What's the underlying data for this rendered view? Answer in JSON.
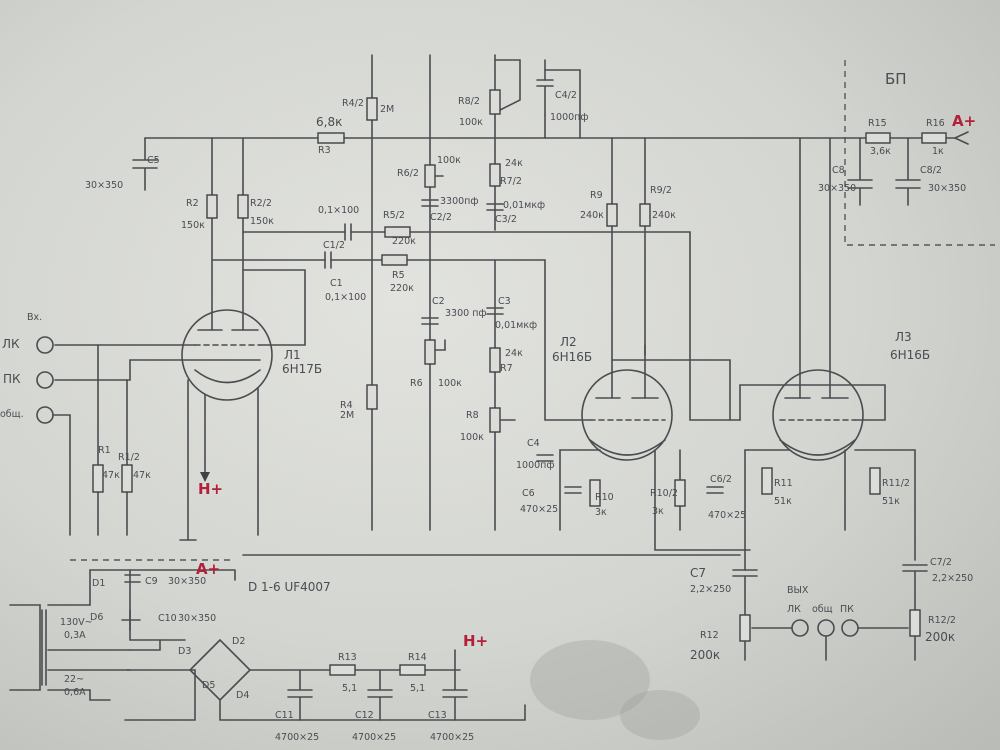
{
  "power_section_label": "БП",
  "rail_labels": {
    "anode": "А+",
    "heater": "Н+",
    "heater_main": "Н+"
  },
  "tubes": {
    "l1": {
      "ref": "Л1",
      "type": "6Н17Б"
    },
    "l2": {
      "ref": "Л2",
      "type": "6Н16Б"
    },
    "l3": {
      "ref": "Л3",
      "type": "6Н16Б"
    }
  },
  "inputs": {
    "title": "Вх.",
    "left": "ЛК",
    "right": "ПК",
    "common": "общ."
  },
  "outputs": {
    "title": "ВЫХ",
    "left": "ЛК",
    "common": "общ",
    "right": "ПК"
  },
  "diodes_note": "D 1-6 UF4007",
  "transformer": {
    "w1_voltage": "130V~",
    "w1_current": "0,3A",
    "w2_voltage": "22~",
    "w2_current": "0,6A"
  },
  "diode_refs": [
    "D1",
    "D2",
    "D3",
    "D4",
    "D5",
    "D6"
  ],
  "components": {
    "c5": {
      "ref": "C5",
      "value": "30×350"
    },
    "r1": {
      "ref": "R1",
      "value": "47к"
    },
    "r1_2": {
      "ref": "R1/2",
      "value": "47к"
    },
    "r2": {
      "ref": "R2",
      "value": "150к"
    },
    "r2_2": {
      "ref": "R2/2",
      "value": "150к"
    },
    "r3": {
      "ref": "R3",
      "value": "6,8к"
    },
    "r4": {
      "ref": "R4",
      "value": "2М"
    },
    "r4_2": {
      "ref": "R4/2",
      "value": "2М"
    },
    "c1": {
      "ref": "C1",
      "value": "0,1×100"
    },
    "c1_2": {
      "ref": "C1/2",
      "value": "0,1×100"
    },
    "r5": {
      "ref": "R5",
      "value": "220к"
    },
    "r5_2": {
      "ref": "R5/2",
      "value": "220к"
    },
    "c2": {
      "ref": "C2",
      "value": "3300 пф"
    },
    "c2_2": {
      "ref": "C2/2",
      "value": "3300пф"
    },
    "r6": {
      "ref": "R6",
      "value": "100к"
    },
    "r6_2": {
      "ref": "R6/2",
      "value": "100к"
    },
    "c3": {
      "ref": "C3",
      "value": "0,01мкф"
    },
    "c3_2": {
      "ref": "C3/2",
      "value": "0,01мкф"
    },
    "r7": {
      "ref": "R7",
      "value": "24к"
    },
    "r7_2": {
      "ref": "R7/2",
      "value": "24к"
    },
    "r8": {
      "ref": "R8",
      "value": "100к"
    },
    "r8_2": {
      "ref": "R8/2",
      "value": "100к"
    },
    "c4": {
      "ref": "C4",
      "value": "1000пф"
    },
    "c4_2": {
      "ref": "C4/2",
      "value": "1000пф"
    },
    "c6": {
      "ref": "C6",
      "value": "470×25"
    },
    "c6_2": {
      "ref": "C6/2",
      "value": "470×25"
    },
    "r9": {
      "ref": "R9",
      "value": "240к"
    },
    "r9_2": {
      "ref": "R9/2",
      "value": "240к"
    },
    "r10": {
      "ref": "R10",
      "value": "3к"
    },
    "r10_2": {
      "ref": "R10/2",
      "value": "3к"
    },
    "r11": {
      "ref": "R11",
      "value": "51к"
    },
    "r11_2": {
      "ref": "R11/2",
      "value": "51к"
    },
    "c7": {
      "ref": "C7",
      "value": "2,2×250"
    },
    "c7_2": {
      "ref": "C7/2",
      "value": "2,2×250"
    },
    "r12": {
      "ref": "R12",
      "value": "200к"
    },
    "r12_2": {
      "ref": "R12/2",
      "value": "200к"
    },
    "r13": {
      "ref": "R13",
      "value": "5,1"
    },
    "r14": {
      "ref": "R14",
      "value": "5,1"
    },
    "r15": {
      "ref": "R15",
      "value": "3,6к"
    },
    "r16": {
      "ref": "R16",
      "value": "1к"
    },
    "c8": {
      "ref": "C8",
      "value": "30×350"
    },
    "c8_2": {
      "ref": "C8/2",
      "value": "30×350"
    },
    "c9": {
      "ref": "C9",
      "value": "30×350"
    },
    "c10": {
      "ref": "C10",
      "value": "30×350"
    },
    "c11": {
      "ref": "C11",
      "value": "4700×25"
    },
    "c12": {
      "ref": "C12",
      "value": "4700×25"
    },
    "c13": {
      "ref": "C13",
      "value": "4700×25"
    }
  }
}
